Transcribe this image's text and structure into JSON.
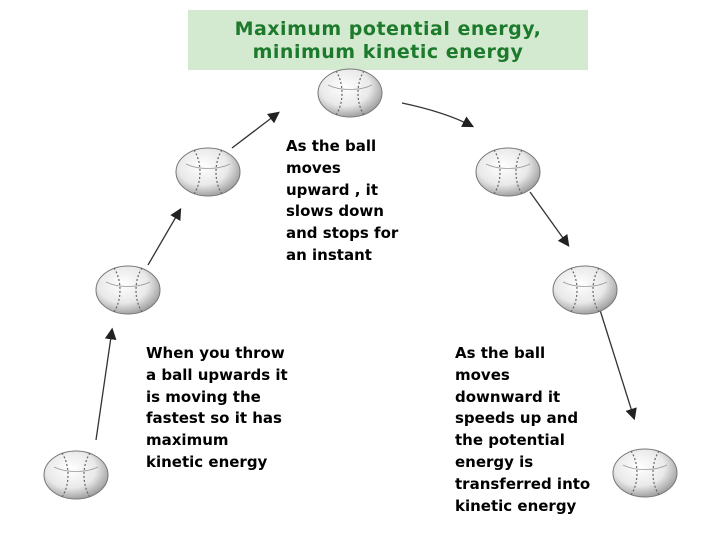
{
  "title": {
    "line1": "Maximum potential energy,",
    "line2": "minimum kinetic energy"
  },
  "captions": {
    "top": "As the ball\nmoves\nupward , it\nslows down\nand stops for\nan instant",
    "left": "When you throw\na ball upwards it\nis moving the\nfastest so it has\nmaximum\nkinetic energy",
    "right": "As the ball\nmoves\ndownward it\nspeeds up and\nthe potential\nenergy is\ntransferred into\nkinetic energy"
  },
  "colors": {
    "title_text": "#1d7a2c",
    "title_background": "#d4ead0",
    "arrow": "#333333"
  },
  "icons": [
    "baseball-icon"
  ]
}
